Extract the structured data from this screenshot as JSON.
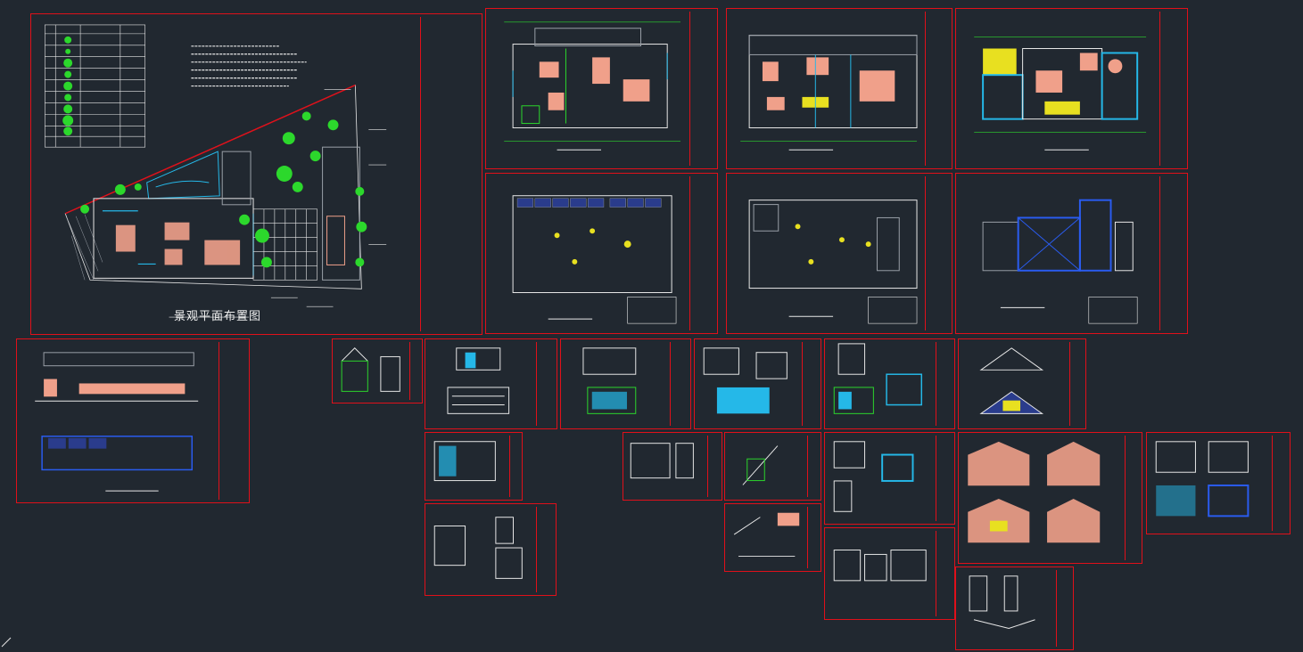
{
  "app": {
    "background": "#212830",
    "border_color": "#e0101a"
  },
  "drawing": {
    "main_title": "景观平面布置图"
  },
  "sheets": [
    {
      "id": "landscape-plan",
      "content": "landscape"
    },
    {
      "id": "floor-plan-1",
      "content": "plan"
    },
    {
      "id": "floor-plan-2",
      "content": "plan"
    },
    {
      "id": "floor-plan-3",
      "content": "plan-color"
    },
    {
      "id": "ceiling-plan-1",
      "content": "ceiling"
    },
    {
      "id": "ceiling-plan-2",
      "content": "ceiling"
    },
    {
      "id": "ceiling-plan-3",
      "content": "ceiling-blue"
    },
    {
      "id": "elevation-long",
      "content": "elevation"
    },
    {
      "id": "detail-a",
      "content": "detail"
    },
    {
      "id": "detail-b",
      "content": "detail"
    },
    {
      "id": "detail-c",
      "content": "detail"
    },
    {
      "id": "detail-d",
      "content": "detail"
    },
    {
      "id": "detail-e",
      "content": "detail"
    },
    {
      "id": "detail-f",
      "content": "detail"
    },
    {
      "id": "detail-g",
      "content": "detail"
    },
    {
      "id": "detail-h",
      "content": "detail"
    },
    {
      "id": "detail-i",
      "content": "detail"
    },
    {
      "id": "detail-j",
      "content": "detail"
    },
    {
      "id": "detail-k",
      "content": "detail"
    },
    {
      "id": "detail-l",
      "content": "detail"
    },
    {
      "id": "detail-m",
      "content": "detail"
    },
    {
      "id": "detail-n",
      "content": "detail"
    },
    {
      "id": "detail-o",
      "content": "detail"
    },
    {
      "id": "detail-p",
      "content": "detail"
    }
  ]
}
